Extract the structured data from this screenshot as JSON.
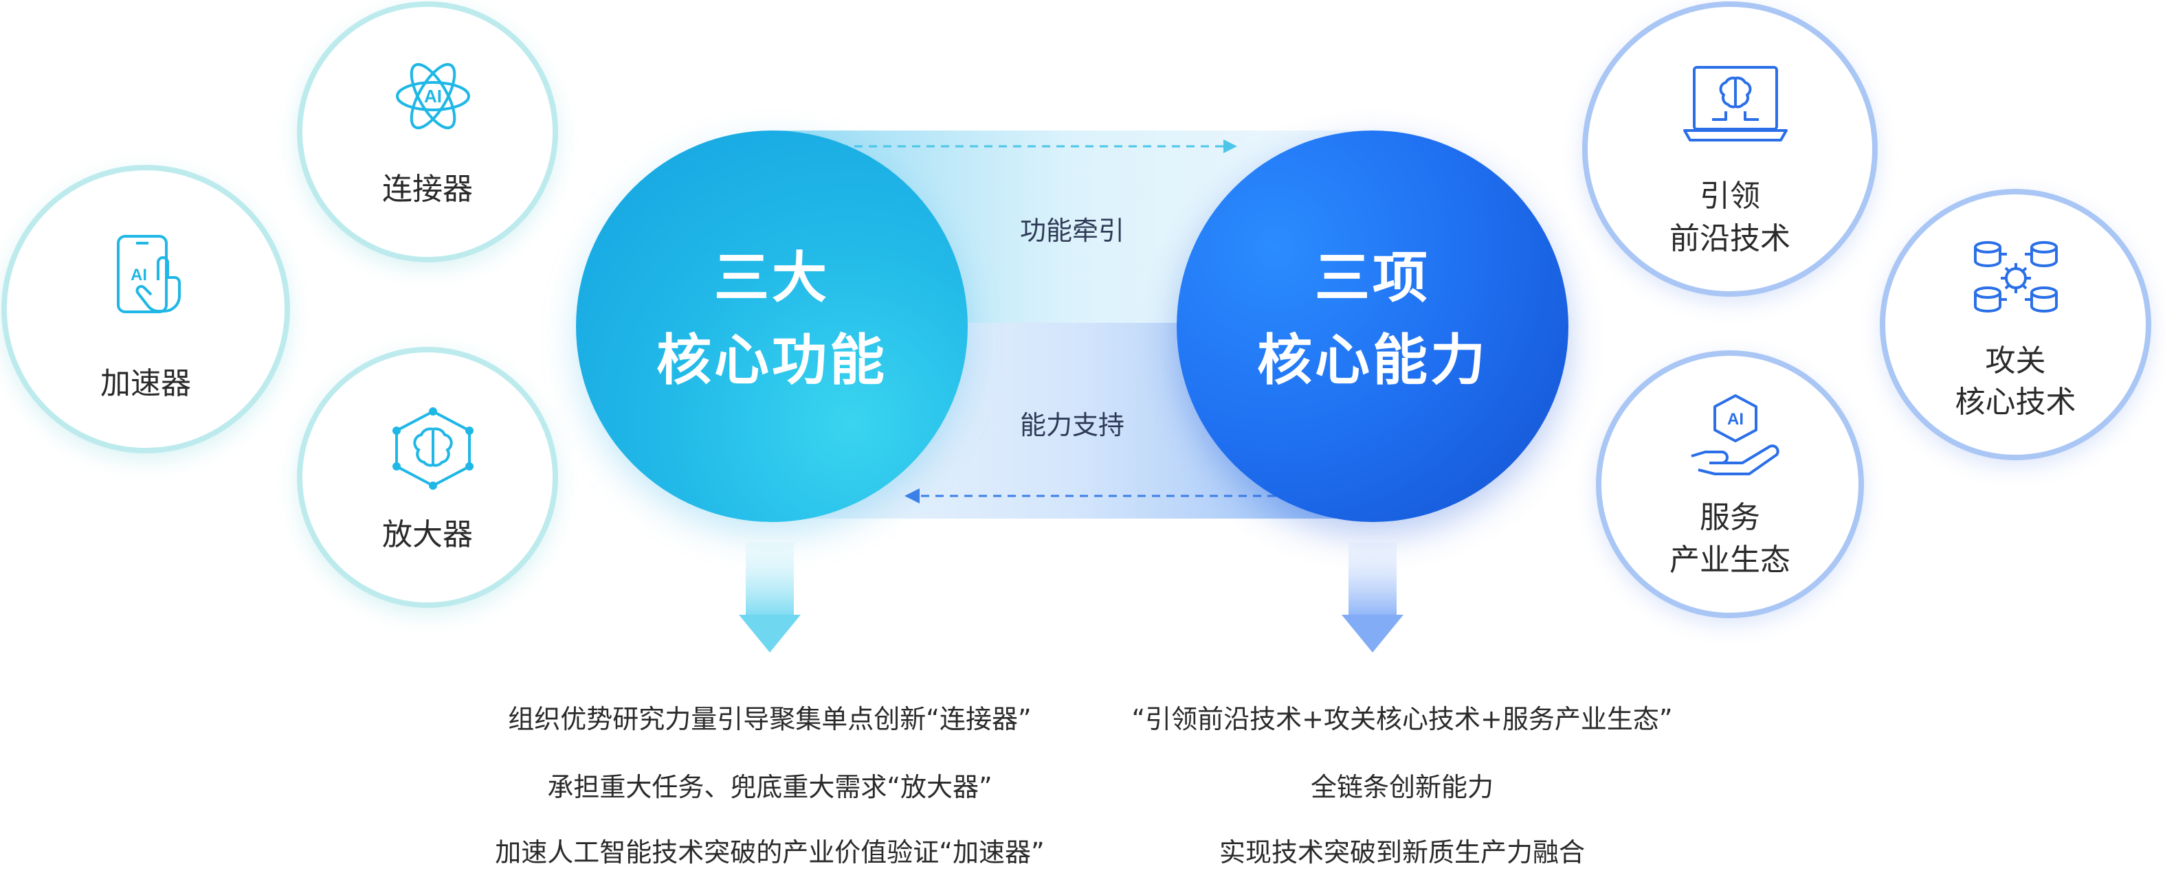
{
  "left_main": {
    "line1": "三大",
    "line2": "核心功能"
  },
  "right_main": {
    "line1": "三项",
    "line2": "核心能力"
  },
  "top_band_label": "功能牵引",
  "bottom_band_label": "能力支持",
  "left_satellites": [
    {
      "label": "连接器",
      "icon": "atom-ai-icon"
    },
    {
      "label": "加速器",
      "icon": "phone-touch-ai-icon"
    },
    {
      "label": "放大器",
      "icon": "brain-network-icon"
    }
  ],
  "right_satellites": [
    {
      "line1": "引领",
      "line2": "前沿技术",
      "icon": "laptop-brain-icon"
    },
    {
      "line1": "攻关",
      "line2": "核心技术",
      "icon": "database-gear-icon"
    },
    {
      "line1": "服务",
      "line2": "产业生态",
      "icon": "hand-ai-icon"
    }
  ],
  "left_descriptions": [
    "组织优势研究力量引导聚集单点创新“连接器”",
    "承担重大任务、兜底重大需求“放大器”",
    "加速人工智能技术突破的产业价值验证“加速器”"
  ],
  "right_descriptions": [
    "“引领前沿技术+攻关核心技术+服务产业生态”",
    "全链条创新能力",
    "实现技术突破到新质生产力融合"
  ],
  "colors": {
    "teal": "#1fb7e6",
    "blue": "#1f6ff0",
    "teal_ring": "#bdebed",
    "blue_ring": "#a9c6f5"
  }
}
